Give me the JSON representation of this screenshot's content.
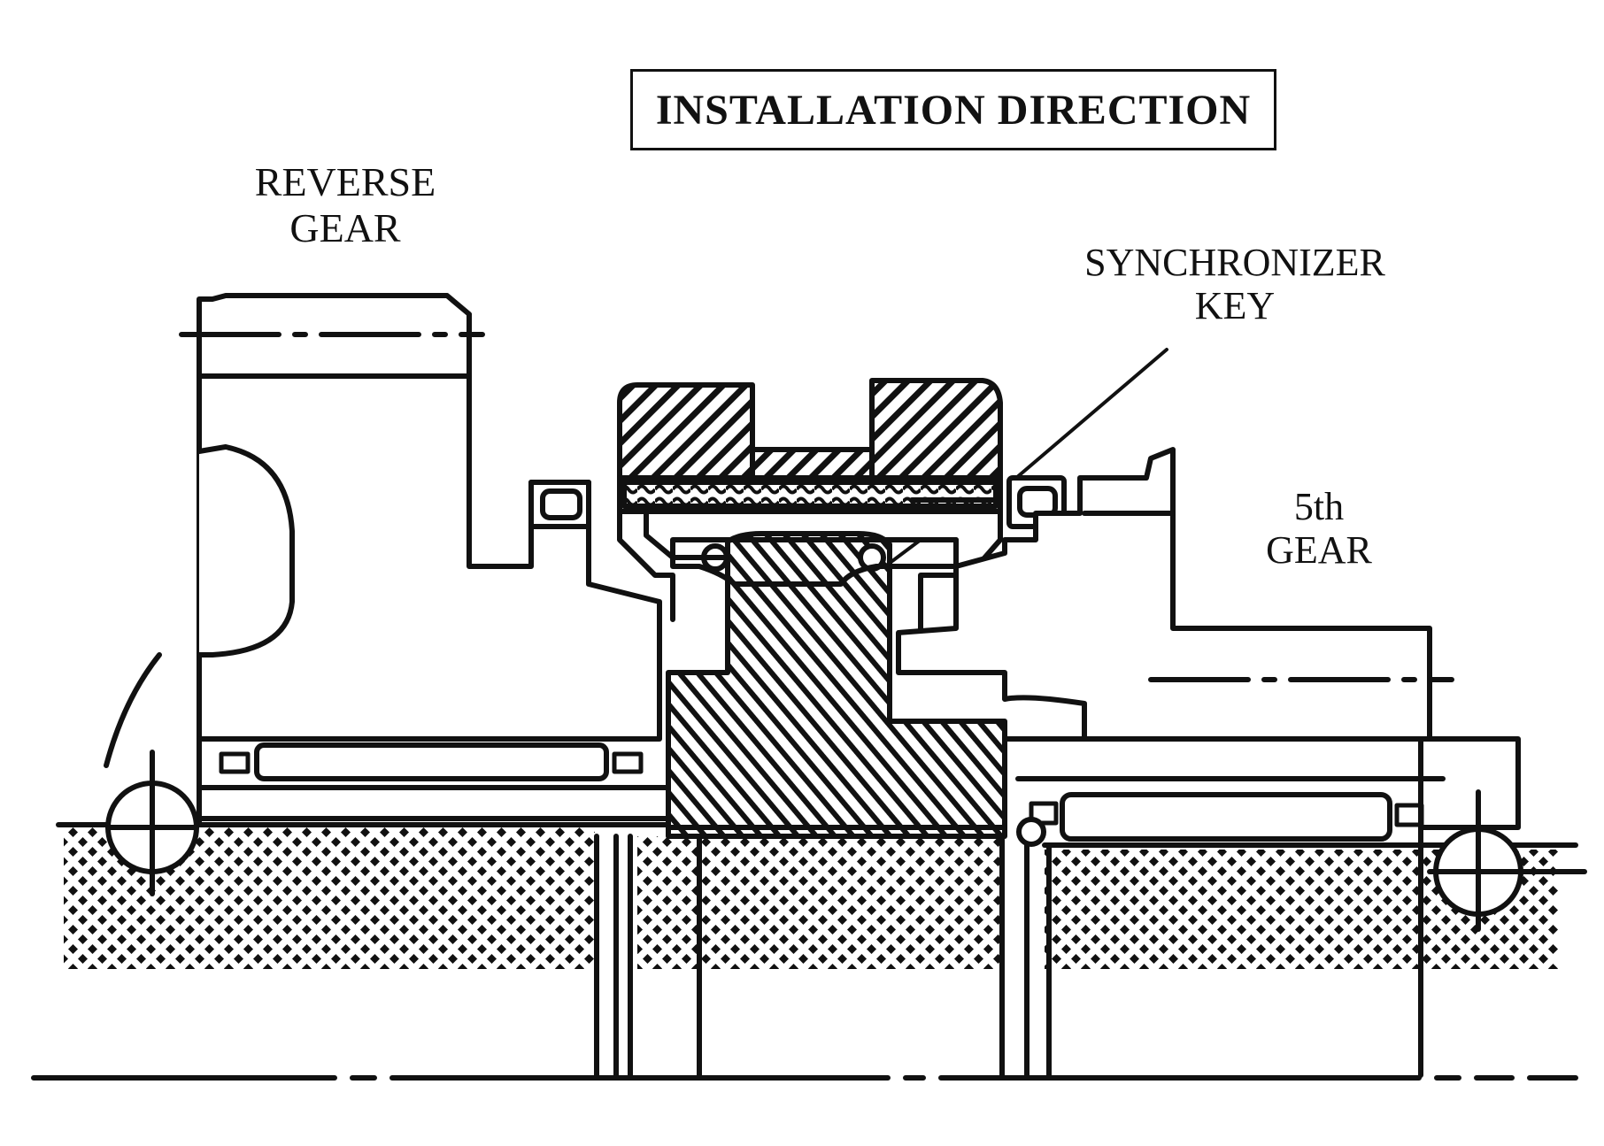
{
  "labels": {
    "title": "INSTALLATION DIRECTION",
    "reverse_gear": [
      "REVERSE",
      "GEAR"
    ],
    "synchronizer_key": [
      "SYNCHRONIZER",
      "KEY"
    ],
    "fifth_gear": [
      "5th",
      "GEAR"
    ]
  }
}
